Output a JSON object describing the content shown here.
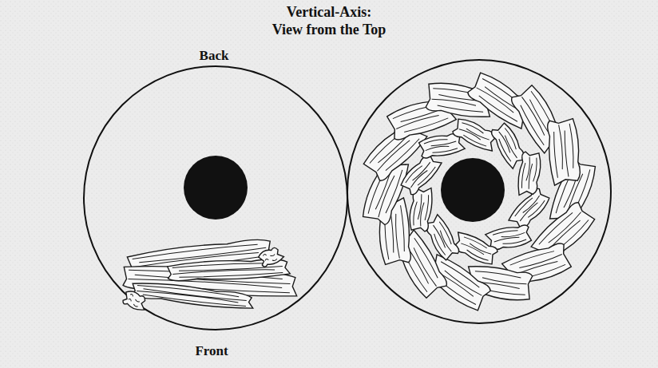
{
  "diagram": {
    "title": "Vertical-Axis: View from the Top",
    "labels": [
      "Back",
      "Front"
    ]
  }
}
